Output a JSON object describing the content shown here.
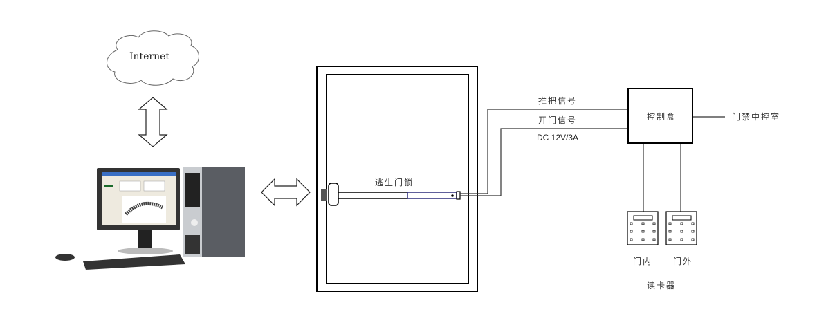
{
  "cloud": {
    "label": "Internet"
  },
  "door_lock": {
    "label": "逃生门锁"
  },
  "wires": {
    "push_signal": "推把信号",
    "open_signal": "开门信号",
    "power": "DC 12V/3A"
  },
  "control_box": {
    "label": "控制盒"
  },
  "control_room": {
    "label": "门禁中控室"
  },
  "readers": {
    "title": "读卡器",
    "inner": "门内",
    "outer": "门外"
  },
  "colors": {
    "line": "#333333",
    "lock_blue": "#2a2a7a"
  }
}
